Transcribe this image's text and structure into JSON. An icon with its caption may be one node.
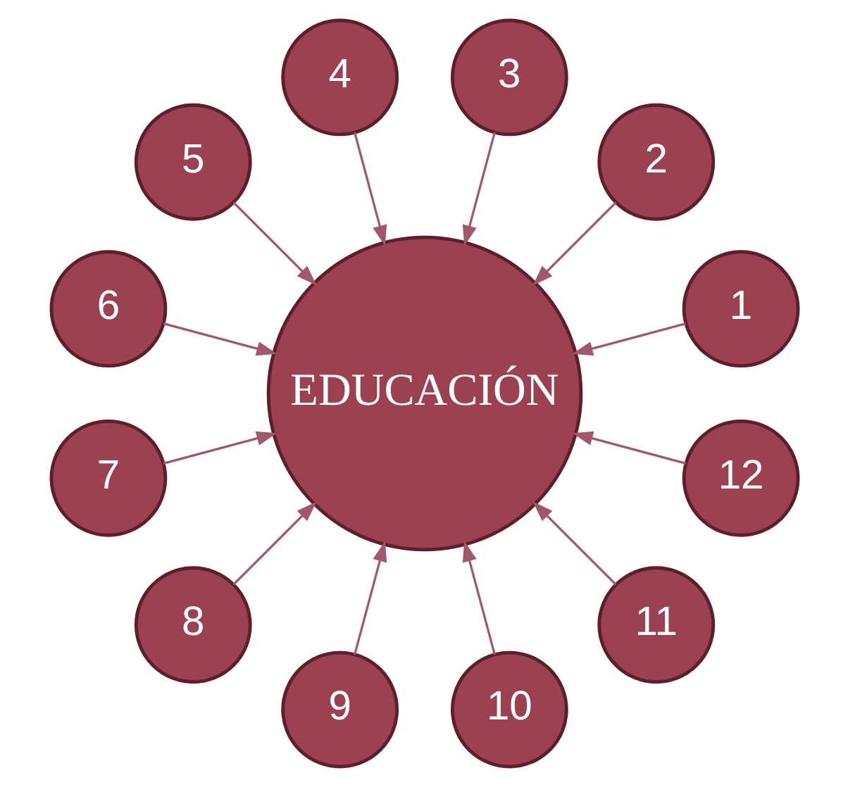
{
  "diagram": {
    "nodes": [
      {
        "text": [
          "EDUCACIÓN"
        ]
      },
      {
        "text": [
          "1"
        ]
      },
      {
        "text": [
          "2"
        ]
      },
      {
        "text": [
          "3"
        ]
      },
      {
        "text": [
          "4"
        ]
      },
      {
        "text": [
          "5"
        ]
      },
      {
        "text": [
          "6"
        ]
      },
      {
        "text": [
          "7"
        ]
      },
      {
        "text": [
          "8"
        ]
      },
      {
        "text": [
          "9"
        ]
      },
      {
        "text": [
          "10"
        ]
      },
      {
        "text": [
          "11"
        ]
      },
      {
        "text": [
          "12"
        ]
      }
    ],
    "edges": [
      {
        "from": 1,
        "to": 0,
        "arrow": "to"
      },
      {
        "from": 2,
        "to": 0,
        "arrow": "to"
      },
      {
        "from": 3,
        "to": 0,
        "arrow": "to"
      },
      {
        "from": 4,
        "to": 0,
        "arrow": "to"
      },
      {
        "from": 5,
        "to": 0,
        "arrow": "to"
      },
      {
        "from": 6,
        "to": 0,
        "arrow": "to"
      },
      {
        "from": 7,
        "to": 0,
        "arrow": "to"
      },
      {
        "from": 8,
        "to": 0,
        "arrow": "to"
      },
      {
        "from": 9,
        "to": 0,
        "arrow": "to"
      },
      {
        "from": 10,
        "to": 0,
        "arrow": "to"
      },
      {
        "from": 11,
        "to": 0,
        "arrow": "to"
      },
      {
        "from": 12,
        "to": 0,
        "arrow": "to"
      }
    ]
  }
}
